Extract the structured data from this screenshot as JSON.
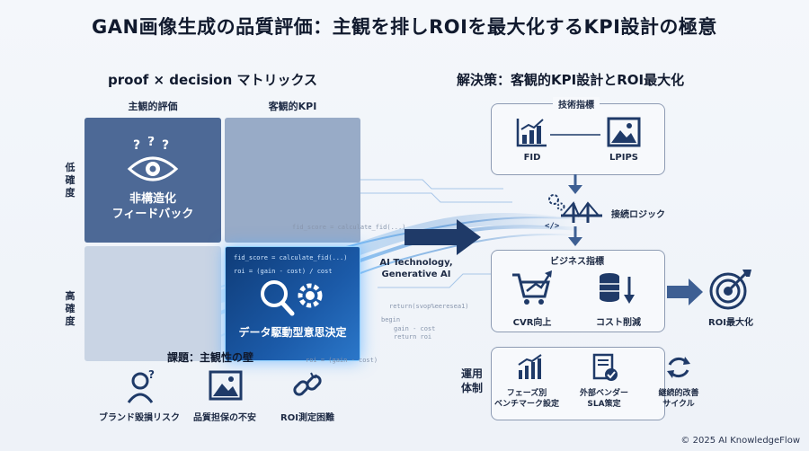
{
  "title": "GAN画像生成の品質評価：主観を排しROIを最大化するKPI設計の極意",
  "left": {
    "heading": "proof × decision マトリックス",
    "col1": "主観的評価",
    "col2": "客観的KPI",
    "row1": [
      "低",
      "確",
      "度"
    ],
    "row2": [
      "高",
      "確",
      "度"
    ],
    "cell1_line1": "非構造化",
    "cell1_line2": "フィードバック",
    "cell4_label": "データ駆動型意思決定",
    "code1": "fid_score = calculate_fid(...)",
    "code2": "roi = (gain - cost) / cost",
    "challenge": "課題：主観性の壁",
    "risks": [
      "ブランド毀損リスク",
      "品質担保の不安",
      "ROI測定困難"
    ]
  },
  "middle": {
    "ai_line1": "AI Technology,",
    "ai_line2": "Generative AI",
    "code_top": "fid_score = calculate_fid(...)",
    "code_lines": [
      "return(svop%eeresea1)",
      "begin",
      "gain - cost",
      "return roi",
      "roi = (gain - cost)"
    ]
  },
  "right": {
    "heading": "解決策：客観的KPI設計とROI最大化",
    "tech_label": "技術指標",
    "fid": "FID",
    "lpips": "LPIPS",
    "connect": "接続ロジック",
    "biz_label": "ビジネス指標",
    "cvr": "CVR向上",
    "cost": "コスト削減",
    "roi": "ROI最大化",
    "ops_line1": "運用",
    "ops_line2": "体制",
    "ops": [
      {
        "l1": "フェーズ別",
        "l2": "ベンチマーク設定"
      },
      {
        "l1": "外部ベンダー",
        "l2": "SLA策定"
      },
      {
        "l1": "継続的改善",
        "l2": "サイクル"
      }
    ]
  },
  "footer": "© 2025 AI KnowledgeFlow",
  "colors": {
    "navy": "#1f3a68",
    "accent": "#2b77c9",
    "glow": "#8fd0ff"
  }
}
